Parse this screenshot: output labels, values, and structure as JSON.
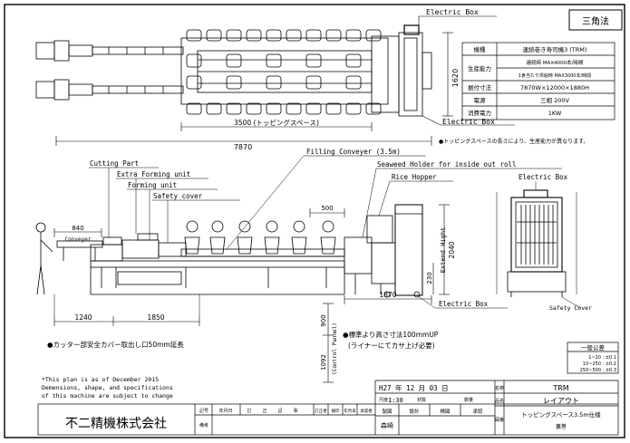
{
  "corner_label": "三角法",
  "labels": {
    "electric_box_top": "Electric Box",
    "electric_box_mid": "Electric Box",
    "electric_box_bottom": "Electric Box",
    "electric_box_side": "Electric Box",
    "filling_conveyor": "Filling Conveyer (3.5m)",
    "seaweed_holder": "Seaweed Holder for inside out roll",
    "rice_hopper": "Rice Hopper",
    "cutting_part": "Cutting Part",
    "extra_forming": "Extra Forming unit",
    "forming_unit": "Forming unit",
    "safety_cover": "Safety cover",
    "safety_cover_side": "Safety Cover",
    "conveyor_small": "Conveyer",
    "extend_height": "Extend Hight",
    "control_panel": "(Control Pannel)",
    "topping_note": "●トッピングスペースの長さにより、生産能力が異なります。",
    "cutter_note": "●カッター部安全カバー取出し口50mm延長",
    "height_note_1": "●標準より高さ寸法100mmUP",
    "height_note_2": "(ライナーにてカサ上げ必要)"
  },
  "dimensions": {
    "d3500": "3500 (トッピングスペース)",
    "d7870": "7870",
    "d1620": "1620",
    "d840": "840",
    "d500": "500",
    "d2040": "2040",
    "d230": "230",
    "d1870": "1870",
    "d1240": "1240",
    "d1850": "1850",
    "d900": "900",
    "d1092": "1092"
  },
  "spec_table": {
    "rows": [
      {
        "label": "機種",
        "value": "連続巻き寿司機3 (TRM)"
      },
      {
        "label": "生産能力",
        "value": "連続時  MAX4000本/時間"
      },
      {
        "label": "",
        "value": "1食当たり供給時  MAX3000本/時間"
      },
      {
        "label": "据付寸法",
        "value": "7870W×12000×1880H"
      },
      {
        "label": "電源",
        "value": "三相 200V"
      },
      {
        "label": "消費電力",
        "value": "1KW"
      }
    ]
  },
  "tolerance_box": {
    "title": "一般公差",
    "lines": [
      "1~10 : ±0.1",
      "10~250 : ±0.2",
      "250~500 : ±0.3"
    ]
  },
  "plan_note": [
    "*This plan is as of December 2015",
    "Demensions, shape, and specifications",
    "of this machine are subject to change"
  ],
  "company": "不二精機株式会社",
  "revision_headers": [
    "記号",
    "年月日",
    "訂",
    "正",
    "記",
    "事",
    "訂正者",
    "検印",
    "年月日",
    "承認者"
  ],
  "revision_remark": "備考",
  "title_block": {
    "date": "H27 年 12 月 03 日",
    "scale": "1:30",
    "scale_label": "尺度",
    "material_label": "材質",
    "count_label": "数量",
    "role_headers": [
      "製図",
      "設計",
      "検図",
      "承認"
    ],
    "drafter": "森崎",
    "name_label": "名称",
    "part_label": "品名",
    "drawing_label": "図番",
    "name": "TRM",
    "part": "レイアウト",
    "drawing_no": "トッピングスペース3.5m仕様",
    "drawing_sub": "裏巻"
  }
}
